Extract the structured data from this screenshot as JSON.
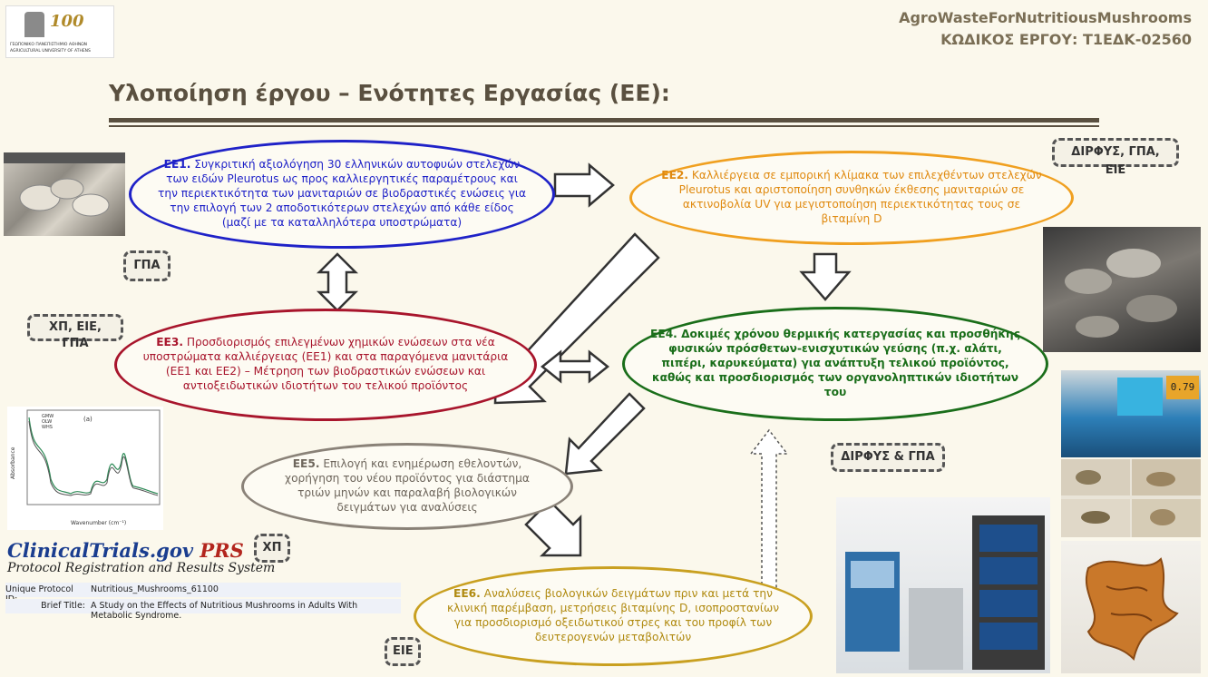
{
  "logo": {
    "number": "100",
    "line1": "ΓΕΩΠΟΝΙΚΟ ΠΑΝΕΠΙΣΤΗΜΙΟ ΑΘΗΝΩΝ",
    "line2": "AGRICULTURAL UNIVERSITY OF ATHENS"
  },
  "project": {
    "name": "AgroWasteForNutritiousMushrooms",
    "code": "ΚΩΔΙΚΟΣ ΕΡΓΟΥ: Τ1ΕΔΚ-02560"
  },
  "title": "Υλοποίηση έργου – Ενότητες Εργασίας (ΕΕ):",
  "colors": {
    "ee1": "#1f22c8",
    "ee2": "#f0a020",
    "ee3": "#a8152c",
    "ee4": "#1a6e1a",
    "ee5": "#8a8278",
    "ee6": "#c9a020",
    "text_brown": "#5a5040"
  },
  "ee": {
    "ee1": {
      "id": "ΕΕ1.",
      "text": "Συγκριτική αξιολόγηση 30 ελληνικών αυτοφυών στελεχών των ειδών Pleurotus ως προς καλλιεργητικές παραμέτρους και την περιεκτικότητα των μανιταριών σε βιοδραστικές ενώσεις για την επιλογή των 2 αποδοτικότερων στελεχών από κάθε είδος (μαζί με τα καταλληλότερα υποστρώματα)"
    },
    "ee2": {
      "id": "ΕΕ2.",
      "text": "Καλλιέργεια σε εμπορική κλίμακα των επιλεχθέντων στελεχών Pleurotus και αριστοποίηση συνθηκών έκθεσης μανιταριών σε ακτινοβολία UV για μεγιστοποίηση περιεκτικότητας τους σε βιταμίνη D"
    },
    "ee3": {
      "id": "ΕΕ3.",
      "text": "Προσδιορισμός επιλεγμένων χημικών ενώσεων στα νέα υποστρώματα καλλιέργειας (ΕΕ1) και στα παραγόμενα μανιτάρια (ΕΕ1 και ΕΕ2) – Μέτρηση των βιοδραστικών ενώσεων και αντιοξειδωτικών ιδιοτήτων του τελικού προϊόντος"
    },
    "ee4": {
      "id": "ΕΕ4.",
      "text": "Δοκιμές χρόνου θερμικής κατεργασίας και προσθήκης φυσικών πρόσθετων-ενισχυτικών γεύσης (π.χ. αλάτι, πιπέρι, καρυκεύματα) για ανάπτυξη τελικού προϊόντος, καθώς και προσδιορισμός των οργανοληπτικών ιδιοτήτων του"
    },
    "ee5": {
      "id": "ΕΕ5.",
      "text": "Επιλογή και ενημέρωση εθελοντών, χορήγηση του νέου προϊόντος για διάστημα τριών μηνών και παραλαβή βιολογικών δειγμάτων για αναλύσεις"
    },
    "ee6": {
      "id": "ΕΕ6.",
      "text": "Αναλύσεις βιολογικών δειγμάτων πριν και μετά την κλινική παρέμβαση, μετρήσεις βιταμίνης D, ισοπροστανίων για προσδιορισμό οξειδωτικού στρες και του προφίλ των δευτερογενών μεταβολιτών"
    }
  },
  "tags": {
    "gpa": "ΓΠΑ",
    "dirfys_gpa_eie": "ΔΙΡΦΥΣ, ΓΠΑ, ΕΙΕ",
    "xp_eie_gpa": "ΧΠ, ΕΙΕ, ΓΠΑ",
    "dirfys_gpa": "ΔΙΡΦΥΣ & ΓΠΑ",
    "xp": "ΧΠ",
    "eie": "ΕΙΕ"
  },
  "clinical_trials": {
    "brand_a": "ClinicalTrials.gov",
    "brand_b": "PRS",
    "subtitle": "Protocol Registration and Results System",
    "protocol_label": "Unique Protocol ID:",
    "protocol_value": "Nutritious_Mushrooms_61100",
    "brief_label": "Brief Title:",
    "brief_value": "A Study on the Effects of Nutritious Mushrooms in Adults With Metabolic Syndrome."
  },
  "spectrum_chart": {
    "panel_label": "(a)",
    "legend": [
      "GMW",
      "OLW",
      "WHS"
    ],
    "xlabel": "Wavenumber (cm⁻¹)",
    "ylabel": "Absorbance"
  }
}
